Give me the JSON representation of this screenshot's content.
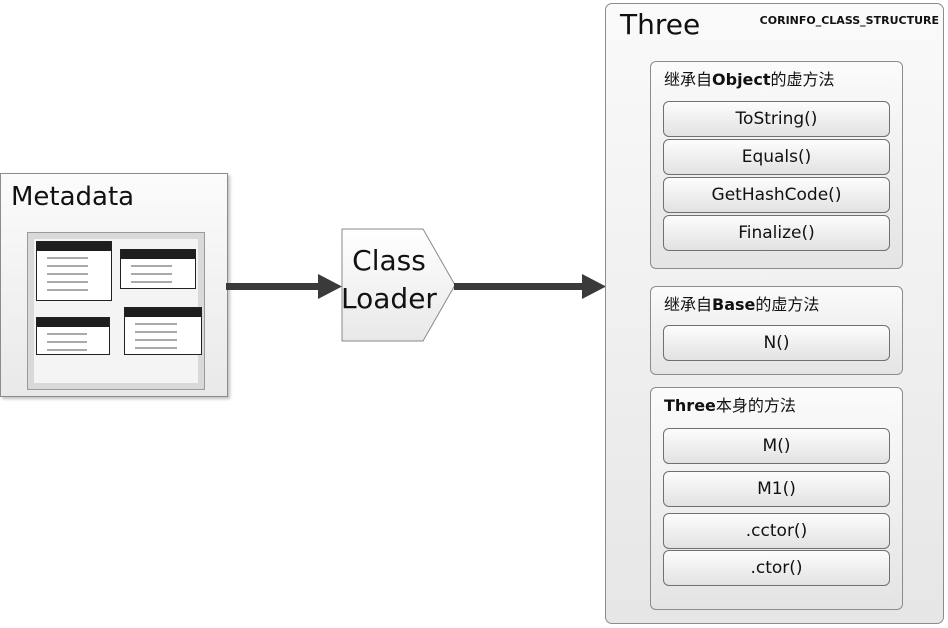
{
  "metadata": {
    "title": "Metadata"
  },
  "loader": {
    "line1": "Class",
    "line2": "Loader"
  },
  "three": {
    "title": "Three",
    "struct_label": "CORINFO_CLASS_STRUCTURE",
    "groups": [
      {
        "prefix": "继承自",
        "bold": "Object",
        "suffix": "的虚方法",
        "methods": [
          "ToString()",
          "Equals()",
          "GetHashCode()",
          "Finalize()"
        ]
      },
      {
        "prefix": "继承自",
        "bold": "Base",
        "suffix": "的虚方法",
        "methods": [
          "N()"
        ]
      },
      {
        "prefix": "",
        "bold": "Three",
        "suffix": "本身的方法",
        "methods": [
          "M()",
          "M1()",
          ".cctor()",
          ".ctor()"
        ]
      }
    ]
  }
}
